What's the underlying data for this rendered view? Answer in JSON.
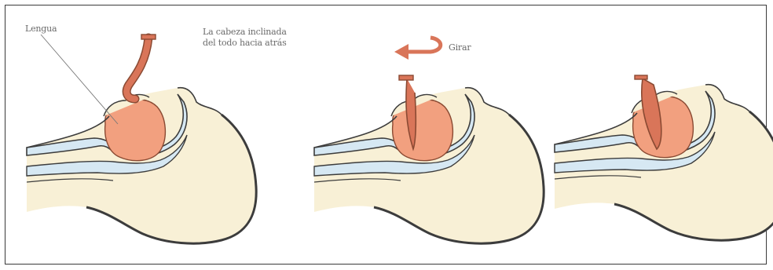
{
  "labels": {
    "lengua": "Lengua",
    "head_tilted_line1": "La cabeza inclinada",
    "head_tilted_line2": "del todo hacia atrás",
    "rotate": "Girar"
  },
  "colors": {
    "skin": "#f8f0d6",
    "outline": "#3c3c3c",
    "airway": "#d6e8f3",
    "tongue": "#f2a07f",
    "tongue_outline": "#8a4a33",
    "tube": "#d97559",
    "arrow": "#d97559",
    "leader_line": "#777777"
  },
  "panels": [
    {
      "step": 1,
      "tube_state": "inserted-inverted"
    },
    {
      "step": 2,
      "tube_state": "rotating"
    },
    {
      "step": 3,
      "tube_state": "in-place"
    }
  ]
}
